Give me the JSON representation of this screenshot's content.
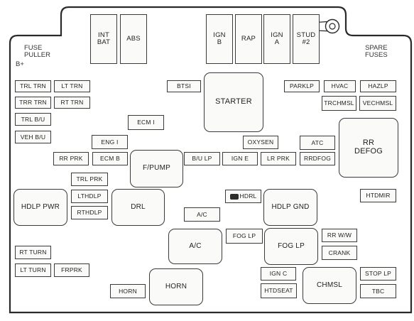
{
  "panel": {
    "fuse_puller_label": "FUSE\nPULLER",
    "b_plus_label": "B+",
    "spare_fuses_label": "SPARE\nFUSES"
  },
  "fuses": {
    "int_bat": "INT\nBAT",
    "abs": "ABS",
    "ign_b": "IGN\nB",
    "rap": "RAP",
    "ign_a": "IGN\nA",
    "stud_2": "STUD\n#2",
    "trl_trn": "TRL TRN",
    "lt_trn": "LT TRN",
    "trr_trn": "TRR TRN",
    "rt_trn": "RT TRN",
    "trl_bu": "TRL B/U",
    "veh_bu": "VEH B/U",
    "btsi": "BTSI",
    "starter": "STARTER",
    "parklp": "PARKLP",
    "hvac": "HVAC",
    "hazlp": "HAZLP",
    "trchmsl": "TRCHMSL",
    "vechmsl": "VECHMSL",
    "ecm_i": "ECM I",
    "eng_i": "ENG I",
    "rr_prk": "RR PRK",
    "ecm_b": "ECM B",
    "fpump": "F/PUMP",
    "bu_lp": "B/U LP",
    "oxysen": "OXYSEN",
    "ign_e": "IGN E",
    "lr_prk": "LR PRK",
    "atc": "ATC",
    "rrdfog": "RRDFOG",
    "rr_defog": "RR\nDEFOG",
    "trl_prk": "TRL PRK",
    "lthdlp": "LTHDLP",
    "rthdlp": "RTHDLP",
    "hdlp_pwr": "HDLP PWR",
    "drl": "DRL",
    "hdrl": "HDRL",
    "hdlp_gnd": "HDLP GND",
    "htdmir": "HTDMIR",
    "ac_small": "A/C",
    "ac_relay": "A/C",
    "fog_lp": "FOG LP",
    "fog_lp_relay": "FOG LP",
    "rr_ww": "RR W/W",
    "crank": "CRANK",
    "rt_turn": "RT TURN",
    "lt_turn": "LT TURN",
    "frprk": "FRPRK",
    "ign_c": "IGN C",
    "stoplp": "STOP LP",
    "chmsl": "CHMSL",
    "htdseat": "HTDSEAT",
    "tbc": "TBC",
    "horn_fuse": "HORN",
    "horn_relay": "HORN"
  }
}
